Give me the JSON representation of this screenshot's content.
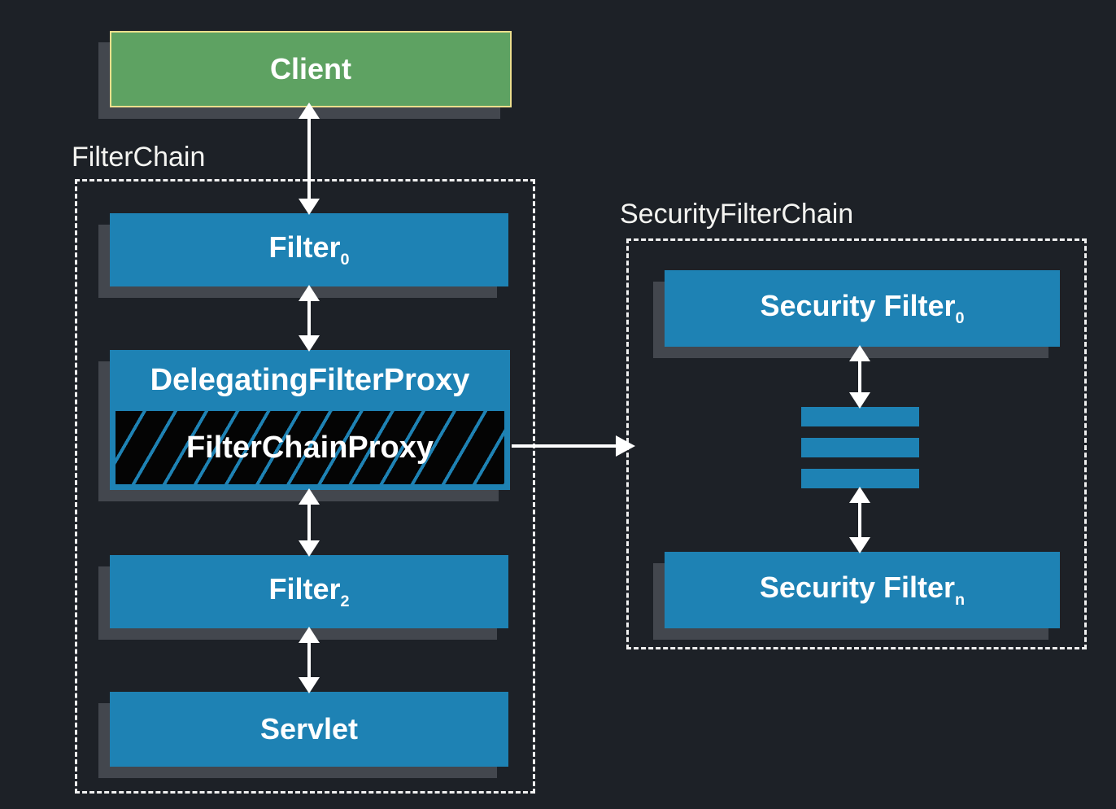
{
  "colors": {
    "background": "#1d2127",
    "box-blue": "#1e82b4",
    "box-green": "#5ea262",
    "green-border": "#ecdf8d",
    "shadow": "#43474e",
    "text": "#ffffff",
    "hatch-bg": "#040404",
    "arrow": "#ffffff",
    "dashed-border": "#f0f0f0",
    "label-text": "#f4f4f1"
  },
  "client": {
    "label": "Client"
  },
  "filter_chain": {
    "label": "FilterChain",
    "filter0": {
      "text": "Filter",
      "sub": "0"
    },
    "delegating_filter_proxy": {
      "label": "DelegatingFilterProxy",
      "inner_label": "FilterChainProxy"
    },
    "filter2": {
      "text": "Filter",
      "sub": "2"
    },
    "servlet": {
      "label": "Servlet"
    }
  },
  "security_filter_chain": {
    "label": "SecurityFilterChain",
    "security_filter_0": {
      "text": "Security Filter",
      "sub": "0"
    },
    "security_filter_n": {
      "text": "Security Filter",
      "sub": "n"
    },
    "ellipsis_bar_count": 3
  }
}
